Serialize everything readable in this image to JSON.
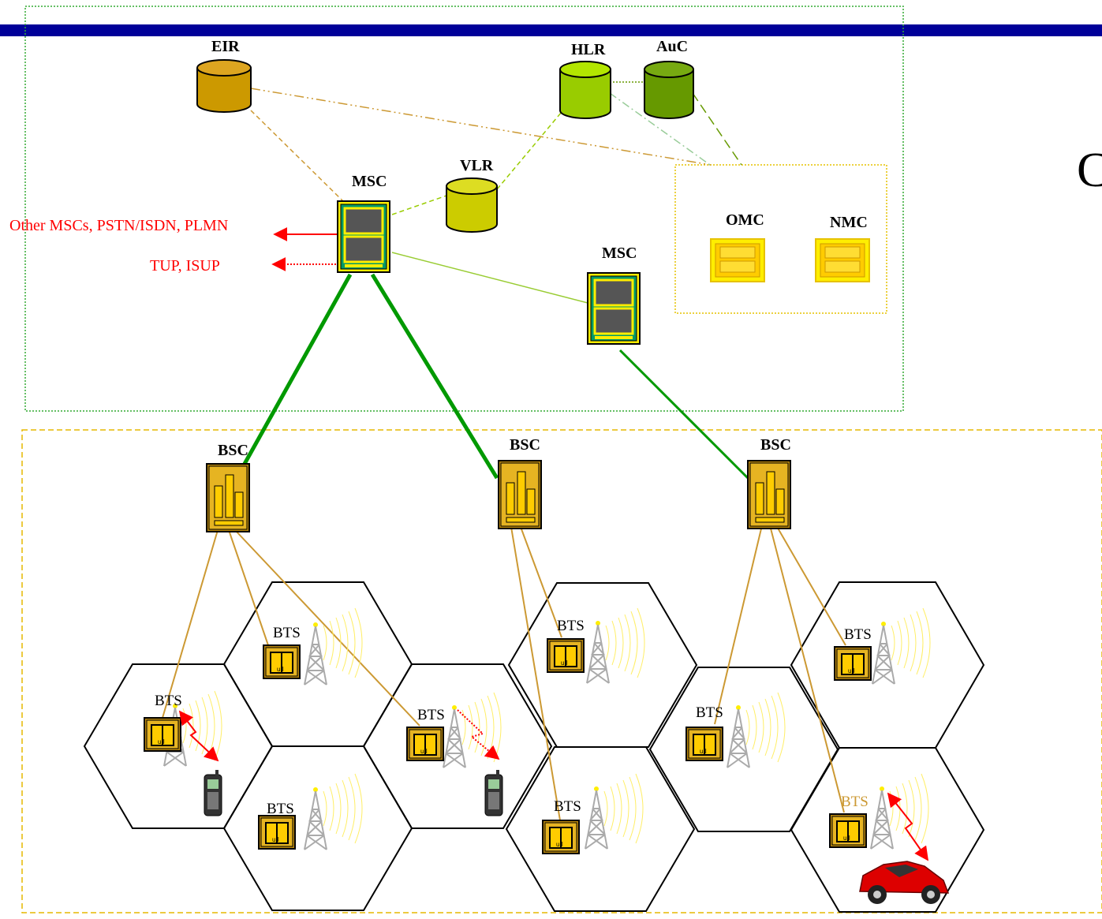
{
  "labels": {
    "eir": "EIR",
    "hlr": "HLR",
    "auc": "AuC",
    "vlr": "VLR",
    "msc_main": "MSC",
    "msc_second": "MSC",
    "omc": "OMC",
    "nmc": "NMC",
    "external_networks": "Other MSCs, PSTN/ISDN, PLMN",
    "signaling": "TUP, ISUP",
    "bsc": "BSC",
    "bts": "BTS",
    "partial_title_glyph": "C"
  },
  "colors": {
    "top_bar": "#000099",
    "core_border": "#33aa33",
    "access_border": "#e6b800",
    "oam_border": "#e6c200",
    "eir": "#cc9900",
    "hlr": "#99cc00",
    "auc": "#669900",
    "vlr": "#cccc00",
    "bsc_link": "#009900",
    "bts_link": "#cc9933",
    "external_text": "#ff0000",
    "wave": "#ffee66"
  },
  "icons": [
    "database-cylinder-icon",
    "msc-switch-icon",
    "bsc-rack-icon",
    "bts-cabinet-icon",
    "antenna-tower-icon",
    "mobile-phone-icon",
    "car-icon",
    "radio-link-icon"
  ]
}
